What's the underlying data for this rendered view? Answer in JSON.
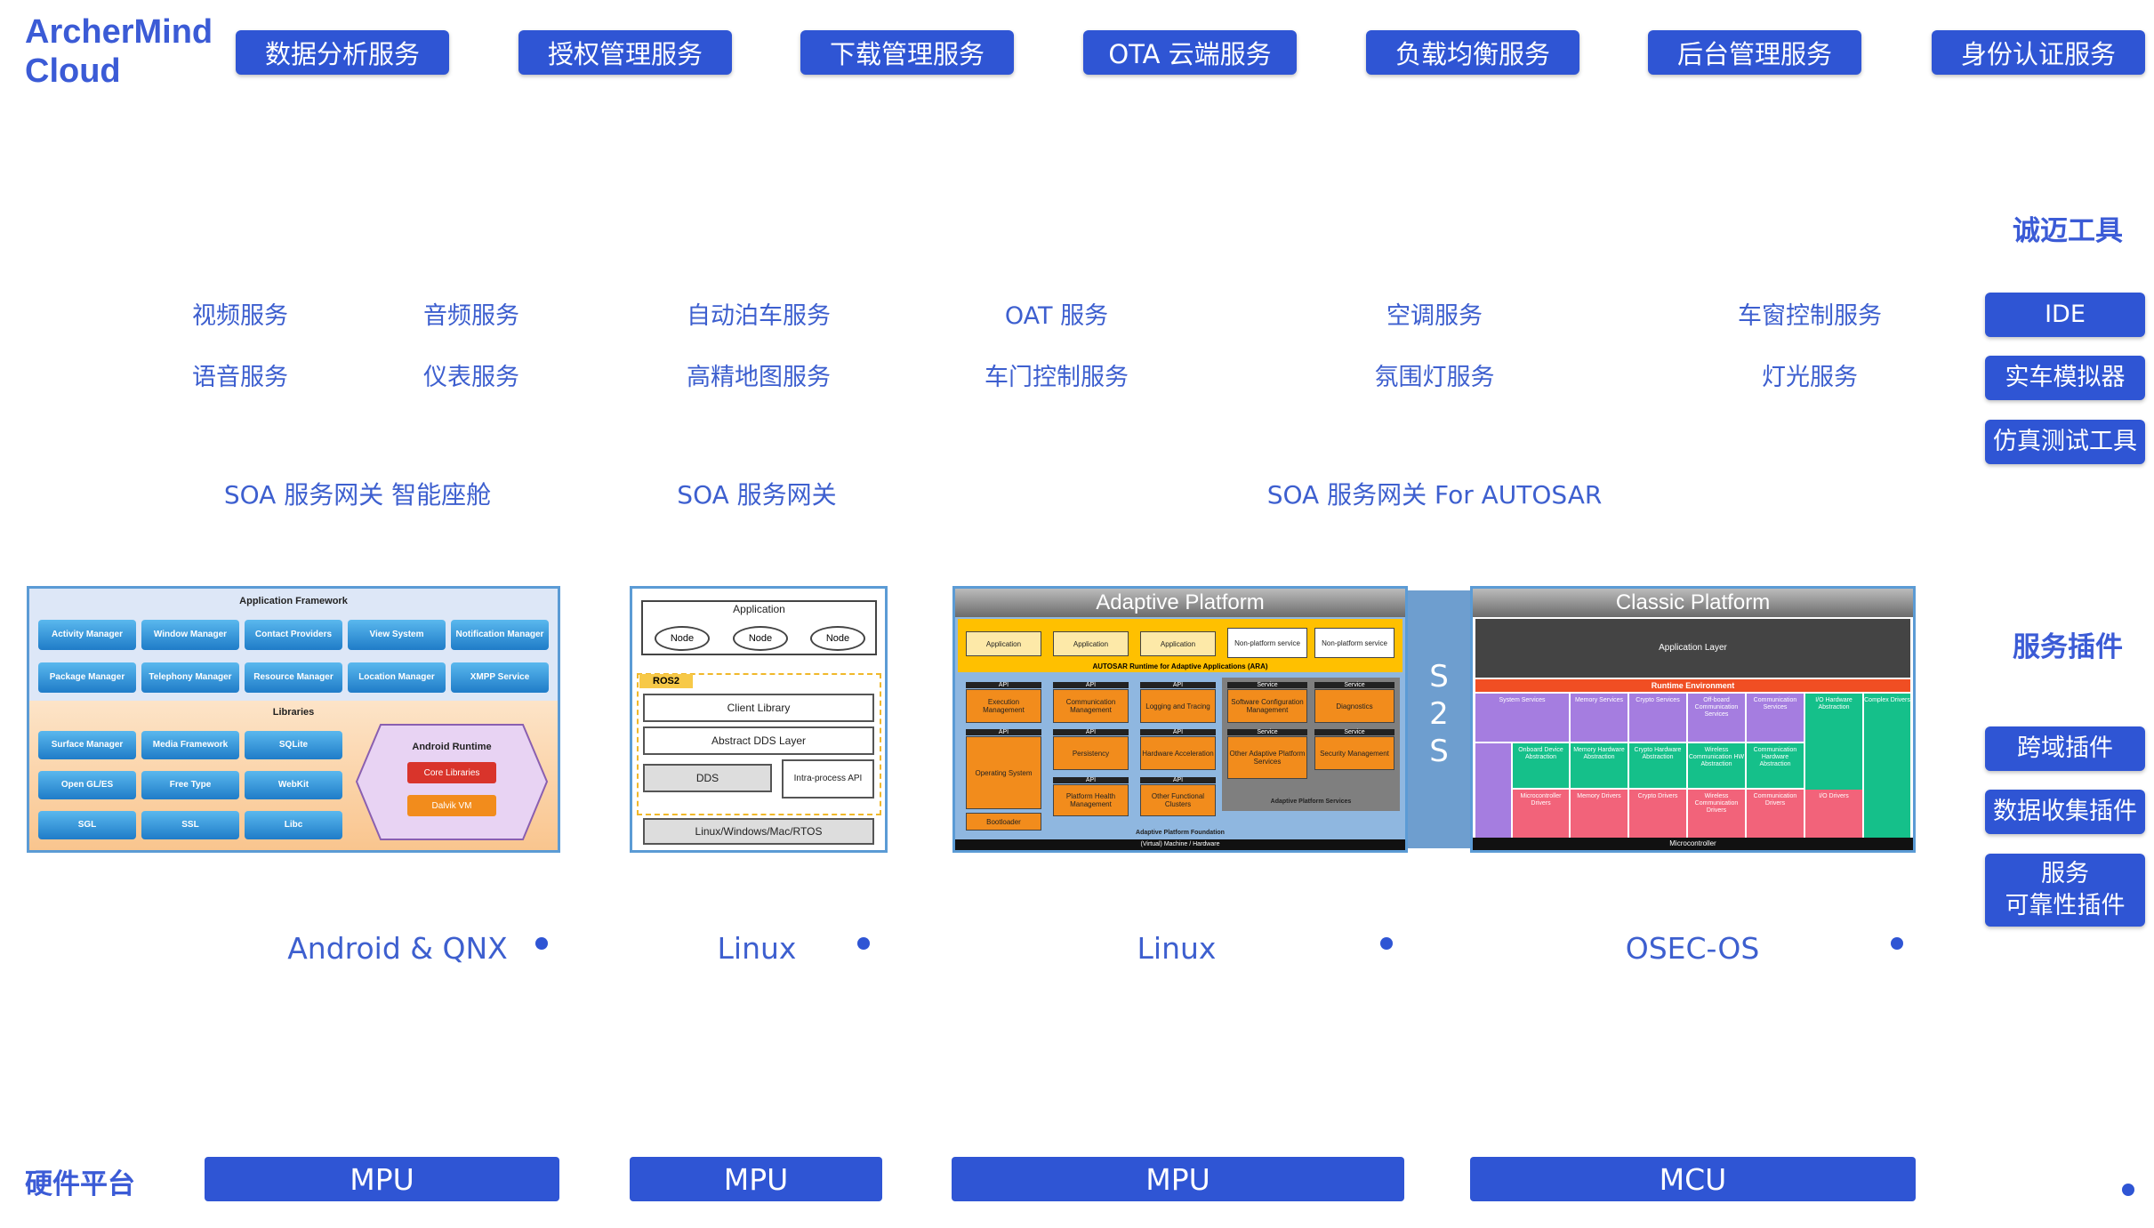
{
  "brand": {
    "line1": "ArcherMind",
    "line2": "Cloud"
  },
  "cloud_services": [
    "数据分析服务",
    "授权管理服务",
    "下载管理服务",
    "OTA 云端服务",
    "负载均衡服务",
    "后台管理服务",
    "身份认证服务"
  ],
  "services_row1": [
    "视频服务",
    "音频服务",
    "自动泊车服务",
    "OAT 服务",
    "空调服务",
    "车窗控制服务"
  ],
  "services_row2": [
    "语音服务",
    "仪表服务",
    "高精地图服务",
    "车门控制服务",
    "氛围灯服务",
    "灯光服务"
  ],
  "gateways": [
    "SOA 服务网关 智能座舱",
    "SOA 服务网关",
    "SOA 服务网关 For AUTOSAR"
  ],
  "tools": {
    "title": "诚迈工具",
    "items": [
      "IDE",
      "实车模拟器",
      "仿真测试工具"
    ]
  },
  "plugins": {
    "title": "服务插件",
    "items": [
      "跨域插件",
      "数据收集插件",
      "服务\n可靠性插件"
    ]
  },
  "os_labels": [
    "Android & QNX",
    "Linux",
    "Linux",
    "OSEC-OS"
  ],
  "hardware": {
    "title": "硬件平台",
    "items": [
      "MPU",
      "MPU",
      "MPU",
      "MCU"
    ]
  },
  "android_diagram": {
    "framework_title": "Application Framework",
    "framework_row1": [
      "Activity Manager",
      "Window Manager",
      "Contact Providers",
      "View System",
      "Notification Manager"
    ],
    "framework_row2": [
      "Package Manager",
      "Telephony Manager",
      "Resource Manager",
      "Location Manager",
      "XMPP Service"
    ],
    "libraries_title": "Libraries",
    "libraries_row1": [
      "Surface Manager",
      "Media Framework",
      "SQLite"
    ],
    "libraries_row2": [
      "Open GL/ES",
      "Free Type",
      "WebKit"
    ],
    "libraries_row3": [
      "SGL",
      "SSL",
      "Libc"
    ],
    "runtime_title": "Android Runtime",
    "runtime_items": [
      "Core Libraries",
      "Dalvik VM"
    ]
  },
  "ros_diagram": {
    "application": "Application",
    "nodes": [
      "Node",
      "Node",
      "Node"
    ],
    "ros2": "ROS2",
    "client_library": "Client Library",
    "abstract_dds": "Abstract DDS Layer",
    "dds": "DDS",
    "intra_process": "Intra-process API",
    "platforms": "Linux/Windows/Mac/RTOS"
  },
  "adaptive_diagram": {
    "title": "Adaptive Platform",
    "apps": [
      "Application",
      "Application",
      "Application"
    ],
    "non_platform": [
      "Non-platform service",
      "Non-platform service"
    ],
    "runtime": "AUTOSAR Runtime for Adaptive Applications (ARA)",
    "col1": [
      "Execution Management",
      "Operating System",
      "Bootloader"
    ],
    "col2": [
      "Communication Management",
      "Persistency",
      "Platform Health Management"
    ],
    "col3": [
      "Logging and Tracing",
      "Hardware Acceleration",
      "Other Functional Clusters"
    ],
    "col4": [
      "Software Configuration Management",
      "Other Adaptive Platform Services"
    ],
    "col5": [
      "Diagnostics",
      "Security Management"
    ],
    "api_label": "API",
    "service_label": "Service",
    "services_label": "Adaptive Platform Services",
    "foundation": "Adaptive Platform Foundation",
    "machine": "(Virtual) Machine / Hardware"
  },
  "s2s": [
    "S",
    "2",
    "S"
  ],
  "classic_diagram": {
    "title": "Classic Platform",
    "app_layer": "Application Layer",
    "rte": "Runtime Environment",
    "top": [
      "System Services",
      "Memory Services",
      "Crypto Services",
      "Off-board Communication Services",
      "Communication Services",
      "I/O Hardware Abstraction",
      "Complex Drivers"
    ],
    "mid": [
      "Onboard Device Abstraction",
      "Memory Hardware Abstraction",
      "Crypto Hardware Abstraction",
      "Wireless Communication HW Abstraction",
      "Communication Hardware Abstraction"
    ],
    "bottom": [
      "Microcontroller Drivers",
      "Memory Drivers",
      "Crypto Drivers",
      "Wireless Communication Drivers",
      "Communication Drivers",
      "I/O Drivers"
    ],
    "mcu": "Microcontroller"
  },
  "colors": {
    "accent": "#2f55d4",
    "text": "#3d5fcf"
  }
}
